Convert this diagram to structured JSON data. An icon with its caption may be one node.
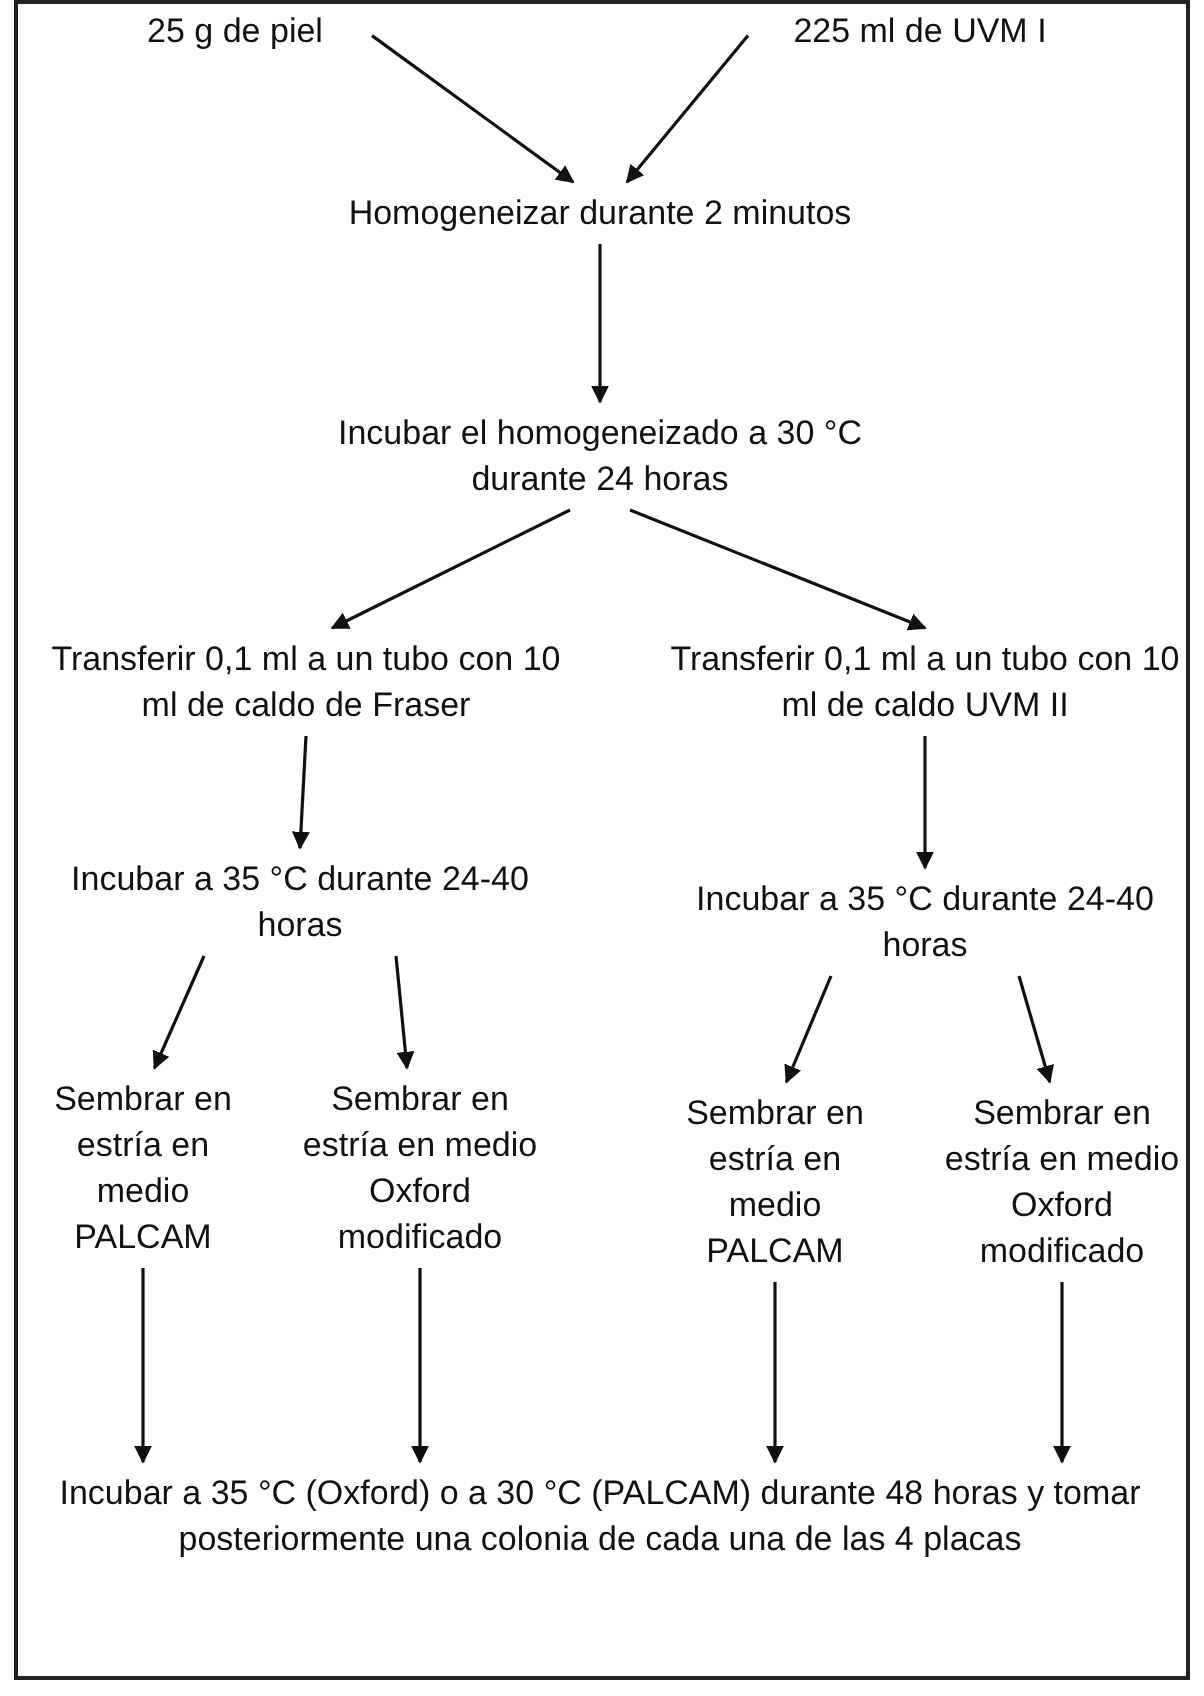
{
  "diagram": {
    "nodes": [
      {
        "text": [
          "25 g de piel"
        ]
      },
      {
        "text": [
          "225 ml de UVM I"
        ]
      },
      {
        "text": [
          "Homogeneizar durante 2 minutos"
        ]
      },
      {
        "text": [
          "Incubar el homogeneizado a 30 °C durante 24 horas"
        ]
      },
      {
        "text": [
          "Transferir 0,1 ml a un tubo con 10 ml de caldo de Fraser"
        ]
      },
      {
        "text": [
          "Transferir 0,1 ml a un tubo con 10 ml de caldo UVM II"
        ]
      },
      {
        "text": [
          "Incubar a 35 °C durante 24-40 horas"
        ]
      },
      {
        "text": [
          "Incubar a 35 °C durante 24-40 horas"
        ]
      },
      {
        "text": [
          "Sembrar en estría en medio PALCAM"
        ]
      },
      {
        "text": [
          "Sembrar en estría en medio Oxford modificado"
        ]
      },
      {
        "text": [
          "Sembrar en estría en medio PALCAM"
        ]
      },
      {
        "text": [
          "Sembrar en estría en medio Oxford modificado"
        ]
      },
      {
        "text": [
          "Incubar a 35 °C (Oxford) o a 30 °C (PALCAM) durante 48 horas y tomar posteriormente una colonia de cada una de las 4 placas"
        ]
      }
    ],
    "edges": [
      {
        "from": 0,
        "to": 2,
        "arrow": "to"
      },
      {
        "from": 1,
        "to": 2,
        "arrow": "to"
      },
      {
        "from": 2,
        "to": 3,
        "arrow": "to"
      },
      {
        "from": 3,
        "to": 4,
        "arrow": "to"
      },
      {
        "from": 3,
        "to": 5,
        "arrow": "to"
      },
      {
        "from": 4,
        "to": 6,
        "arrow": "to"
      },
      {
        "from": 5,
        "to": 7,
        "arrow": "to"
      },
      {
        "from": 6,
        "to": 8,
        "arrow": "to"
      },
      {
        "from": 6,
        "to": 9,
        "arrow": "to"
      },
      {
        "from": 7,
        "to": 10,
        "arrow": "to"
      },
      {
        "from": 7,
        "to": 11,
        "arrow": "to"
      },
      {
        "from": 8,
        "to": 12,
        "arrow": "to"
      },
      {
        "from": 9,
        "to": 12,
        "arrow": "to"
      },
      {
        "from": 10,
        "to": 12,
        "arrow": "to"
      },
      {
        "from": 11,
        "to": 12,
        "arrow": "to"
      }
    ]
  }
}
